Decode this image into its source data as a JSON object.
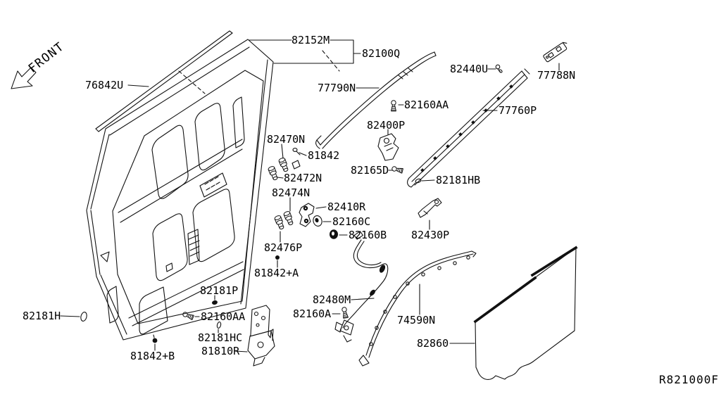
{
  "meta": {
    "front_label": "FRONT",
    "drawing_ref": "R821000F"
  },
  "parts": [
    {
      "label": "76842U"
    },
    {
      "label": "82152M"
    },
    {
      "label": "82100Q"
    },
    {
      "label": "77790N"
    },
    {
      "label": "82160AA"
    },
    {
      "label": "82440U"
    },
    {
      "label": "77788N"
    },
    {
      "label": "77760P"
    },
    {
      "label": "82470N"
    },
    {
      "label": "81842"
    },
    {
      "label": "82400P"
    },
    {
      "label": "82472N"
    },
    {
      "label": "82165D"
    },
    {
      "label": "82181HB"
    },
    {
      "label": "82474N"
    },
    {
      "label": "82410R"
    },
    {
      "label": "82160C"
    },
    {
      "label": "82160B"
    },
    {
      "label": "82430P"
    },
    {
      "label": "82476P"
    },
    {
      "label": "81842+A"
    },
    {
      "label": "82181P"
    },
    {
      "label": "82181H"
    },
    {
      "label": "82160AA"
    },
    {
      "label": "82181HC"
    },
    {
      "label": "81810R"
    },
    {
      "label": "81842+B"
    },
    {
      "label": "82480M"
    },
    {
      "label": "82160A"
    },
    {
      "label": "74590N"
    },
    {
      "label": "82860"
    }
  ]
}
